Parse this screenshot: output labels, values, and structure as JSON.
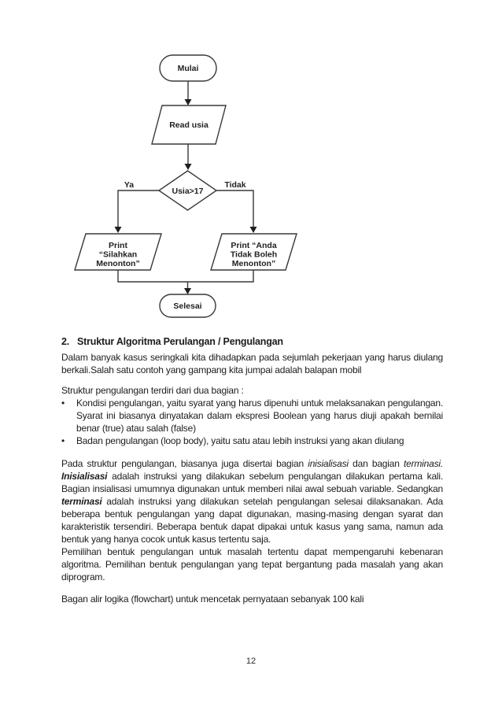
{
  "page": {
    "number": "12"
  },
  "colors": {
    "page_bg": "#ffffff",
    "text": "#1c1c1c",
    "flow_stroke": "#383838"
  },
  "flowchart": {
    "nodes": {
      "start": "Mulai",
      "read": "Read usia",
      "decision": "Usia>17",
      "branch_yes": "Ya",
      "branch_no": "Tidak",
      "print_yes_line1": "Print",
      "print_yes_line2": "“Silahkan",
      "print_yes_line3": "Menonton”",
      "print_no_line1": "Print “Anda",
      "print_no_line2": "Tidak Boleh",
      "print_no_line3": "Menonton”",
      "end": "Selesai"
    }
  },
  "body": {
    "section_number": "2.",
    "section_title": "Struktur Algoritma Perulangan / Pengulangan",
    "para1": "Dalam banyak kasus seringkali kita dihadapkan pada sejumlah pekerjaan yang harus diulang berkali.Salah satu contoh yang gampang kita jumpai adalah balapan mobil",
    "list_intro": "Struktur pengulangan terdiri dari dua bagian :",
    "bullet_char": "•",
    "bullets": [
      "Kondisi pengulangan, yaitu syarat yang harus dipenuhi untuk melaksanakan pengulangan. Syarat ini biasanya dinyatakan dalam ekspresi Boolean yang harus diuji apakah bernilai benar (true) atau salah (false)",
      "Badan pengulangan (loop body), yaitu satu atau lebih instruksi yang akan diulang"
    ],
    "para2_runs": {
      "r0": "Pada struktur pengulangan, biasanya juga disertai bagian ",
      "r1": "inisialisasi",
      "r2": " dan bagian ",
      "r3": "terminasi.",
      "r4": " ",
      "r5": "Inisialisasi",
      "r6": " adalah instruksi yang dilakukan sebelum pengulangan dilakukan pertama kali. Bagian insialisasi umumnya digunakan untuk memberi nilai awal sebuah variable. Sedangkan ",
      "r7": "terminasi",
      "r8": " adalah instruksi yang dilakukan setelah pengulangan selesai dilaksanakan. Ada beberapa bentuk pengulangan yang dapat digunakan, masing-masing dengan syarat dan karakteristik tersendiri. Beberapa bentuk dapat dipakai untuk kasus yang sama, namun ada bentuk yang hanya cocok untuk kasus tertentu saja."
    },
    "para3": "Pemilihan bentuk pengulangan untuk masalah tertentu dapat mempengaruhi kebenaran algoritma. Pemilihan bentuk pengulangan yang tepat bergantung pada masalah yang akan diprogram.",
    "para4": "Bagan alir logika (flowchart) untuk mencetak pernyataan sebanyak 100 kali"
  }
}
